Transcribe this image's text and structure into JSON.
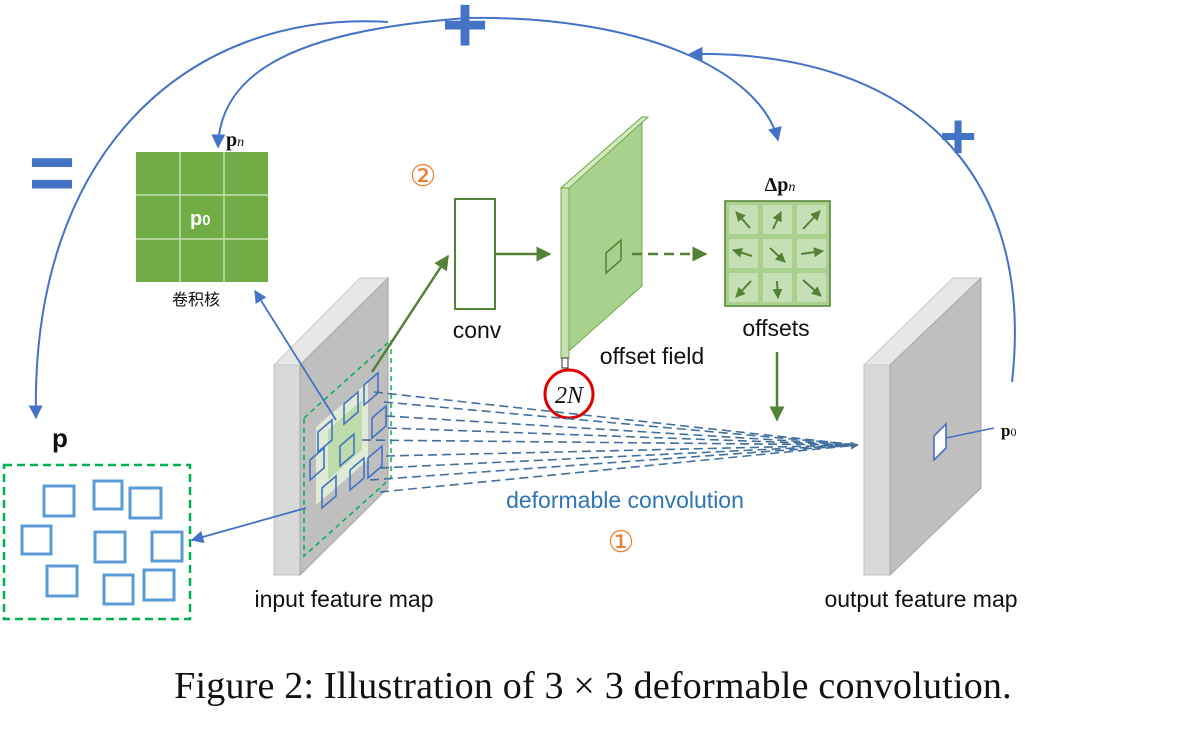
{
  "labels": {
    "plus_sign": "+",
    "equals_sign": "=",
    "pn": "p",
    "pn_sub": "n",
    "p0_kernel": "p",
    "p0_kernel_sub": "0",
    "kernel_caption": "卷积核",
    "step_two": "②",
    "conv": "conv",
    "offset_field": "offset field",
    "two_n": "2N",
    "delta_pn": "Δp",
    "delta_pn_sub": "n",
    "offsets": "offsets",
    "p_sampling": "p",
    "p0_output": "p",
    "p0_output_sub": "0",
    "deformable_convolution": "deformable convolution",
    "step_one": "①",
    "input_feature_map": "input feature map",
    "output_feature_map": "output feature map"
  },
  "caption": "Figure 2: Illustration of 3 × 3 deformable convolution.",
  "colors": {
    "green_dark": "#538135",
    "green_kernel": "#70ad47",
    "green_light": "#a9d18e",
    "blue_line": "#4472c4",
    "blue_dash": "#41719c",
    "orange": "#ed7d31",
    "red": "#e00000",
    "gray_panel": "#bfbfbf"
  }
}
